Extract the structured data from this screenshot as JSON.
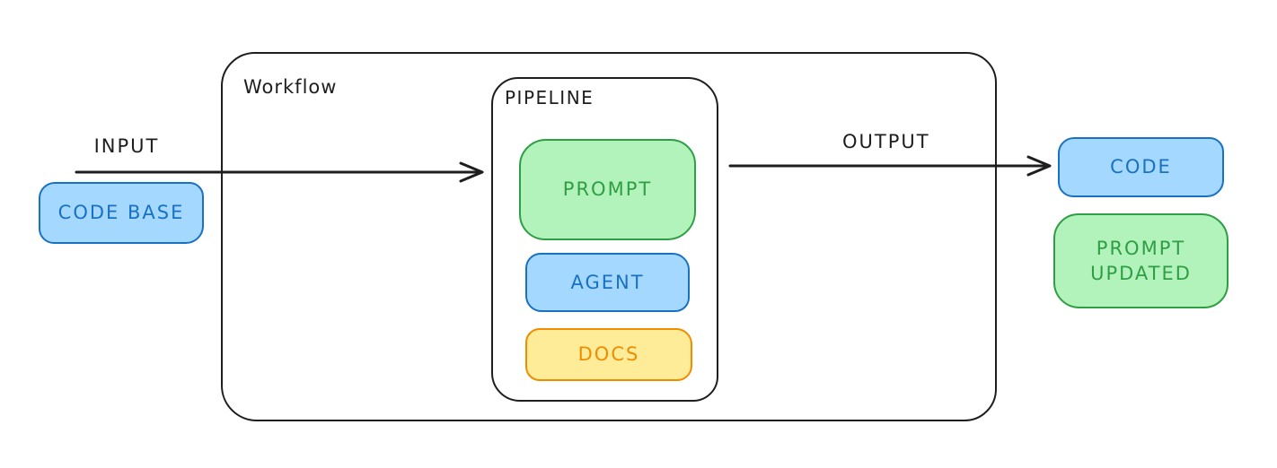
{
  "diagram": {
    "labels": {
      "input": "INPUT",
      "output": "OUTPUT"
    },
    "containers": {
      "workflow": "Workflow",
      "pipeline": "PIPELINE"
    },
    "nodes": {
      "code_base": "CODE BASE",
      "prompt": "PROMPT",
      "agent": "AGENT",
      "docs": "DOCS",
      "code": "CODE",
      "prompt_updated": "PROMPT\nUPDATED"
    },
    "colors": {
      "canvas_bg": "#ffffff",
      "stroke_dark": "#1e1e1e",
      "blue_fill": "#a5d8ff",
      "blue_stroke": "#1971c2",
      "green_fill": "#b2f2bb",
      "green_stroke": "#2f9e44",
      "yellow_fill": "#ffec99",
      "yellow_stroke": "#f08c00"
    }
  }
}
